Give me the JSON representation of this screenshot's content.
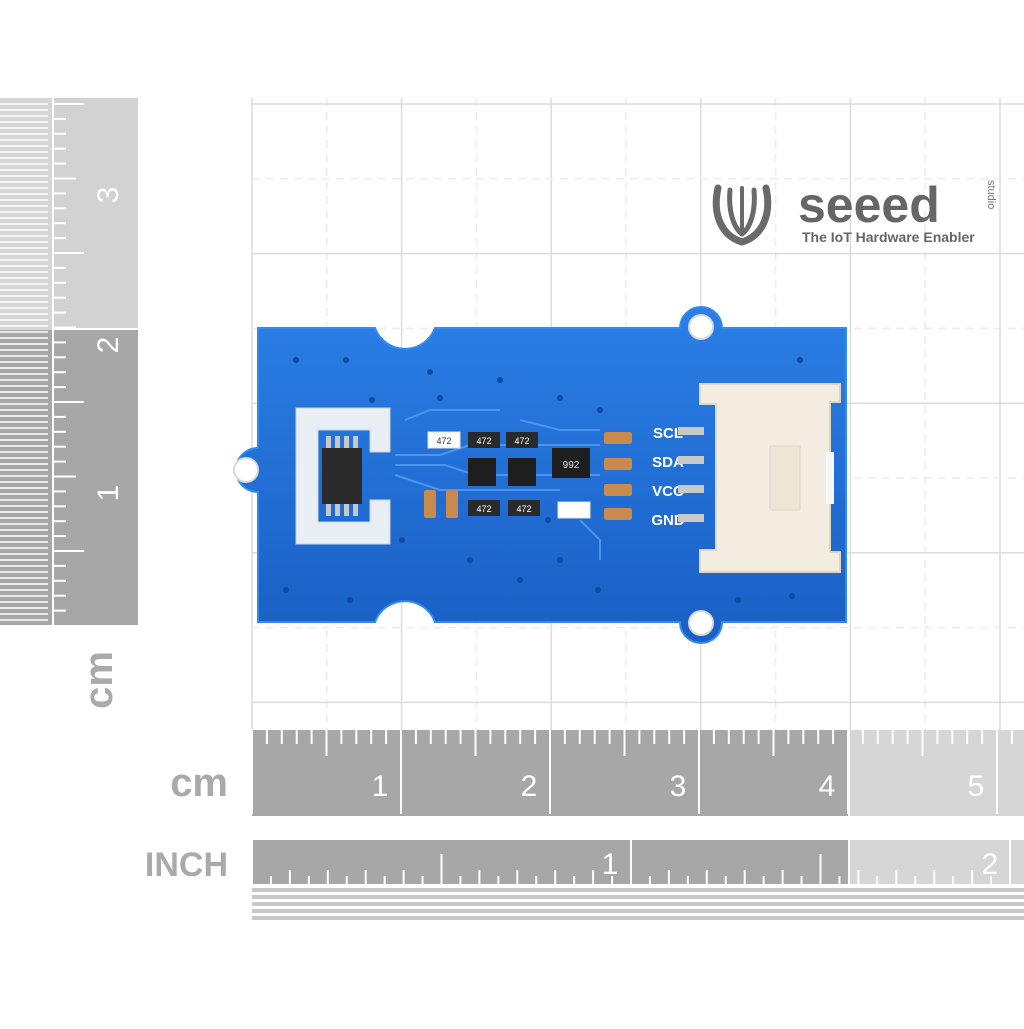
{
  "brand": {
    "name": "seeed",
    "sub": "studio",
    "tagline": "The IoT Hardware Enabler"
  },
  "board": {
    "pins": [
      "SCL",
      "SDA",
      "VCC",
      "GND"
    ],
    "resistor_labels": [
      "472",
      "472",
      "472",
      "472",
      "472"
    ],
    "chip_marking": "992"
  },
  "rulers": {
    "vertical_unit": "cm",
    "vertical_ticks": [
      "1",
      "2",
      "3"
    ],
    "cm_label": "cm",
    "cm_ticks": [
      "1",
      "2",
      "3",
      "4",
      "5"
    ],
    "inch_label": "INCH",
    "inch_ticks": [
      "1",
      "2"
    ]
  },
  "colors": {
    "pcb_blue": "#1f6fd6",
    "ruler_dark": "#a7a7a7",
    "ruler_light": "#d6d6d6",
    "brand_gray": "#666666"
  }
}
